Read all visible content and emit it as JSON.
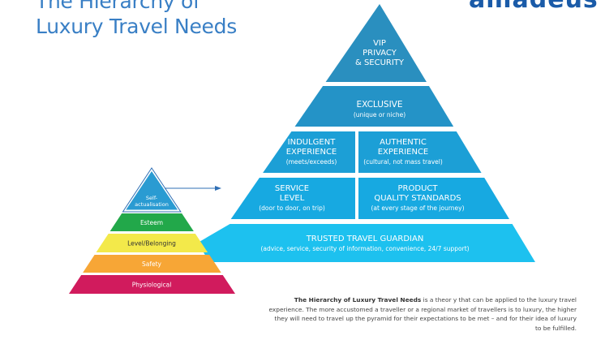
{
  "title": {
    "line1": "The Hierarchy of",
    "line2": "Luxury Travel Needs"
  },
  "logo": "amadeus",
  "luxury_pyramid": {
    "tiers": [
      {
        "id": "vip",
        "lines": [
          "VIP",
          "PRIVACY",
          "& SECURITY"
        ],
        "sub": "",
        "color": "#2a8fbf"
      },
      {
        "id": "exclusive",
        "lines": [
          "EXCLUSIVE"
        ],
        "sub": "(unique or niche)",
        "color": "#2493c7"
      },
      {
        "id": "indulgent",
        "lines": [
          "INDULGENT",
          "EXPERIENCE"
        ],
        "sub": "(meets/exceeds)",
        "color": "#1c9fd6"
      },
      {
        "id": "authentic",
        "lines": [
          "AUTHENTIC",
          "EXPERIENCE"
        ],
        "sub": "(cultural, not mass travel)",
        "color": "#1c9fd6"
      },
      {
        "id": "service",
        "lines": [
          "SERVICE",
          "LEVEL"
        ],
        "sub": "(door to door, on trip)",
        "color": "#17a9e1"
      },
      {
        "id": "product",
        "lines": [
          "PRODUCT",
          "QUALITY STANDARDS"
        ],
        "sub": "(at every stage of the journey)",
        "color": "#17a9e1"
      },
      {
        "id": "trusted",
        "lines": [
          "TRUSTED TRAVEL GUARDIAN"
        ],
        "sub": "(advice, service, security of information, convenience, 24/7 support)",
        "color": "#1dc1ef"
      }
    ]
  },
  "maslow_pyramid": {
    "tiers": [
      {
        "id": "self-actualisation",
        "lines": [
          "Self-",
          "actualisation"
        ],
        "color": "#2a9bd2"
      },
      {
        "id": "esteem",
        "lines": [
          "Esteem"
        ],
        "color": "#22a84a"
      },
      {
        "id": "belonging",
        "lines": [
          "Level/Belonging"
        ],
        "color": "#f3e94a"
      },
      {
        "id": "safety",
        "lines": [
          "Safety"
        ],
        "color": "#f7a636"
      },
      {
        "id": "physiological",
        "lines": [
          "Physiological"
        ],
        "color": "#d11b5d"
      }
    ]
  },
  "arrow": {
    "from": "self-actualisation",
    "to": "service",
    "color": "#2f6fb5"
  },
  "caption": {
    "bold": "The Hierarchy of Luxury Travel Needs",
    "text": " is a theor y that can be applied to  the luxury travel experience. The more accustomed a traveller or a regional market of travellers is to luxury, the higher they will need to travel up the pyramid for their expectations to be met – and for their idea of luxury to be fulfilled."
  }
}
